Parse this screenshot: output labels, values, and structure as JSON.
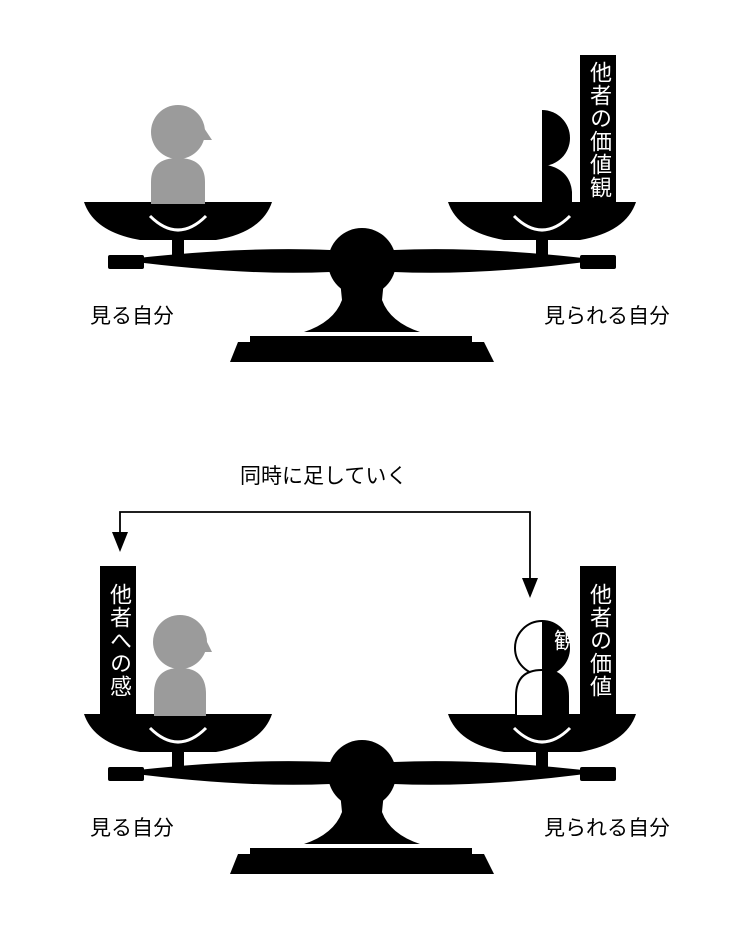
{
  "colors": {
    "ink": "#000000",
    "figure": "#9b9b9b",
    "paper": "#ffffff"
  },
  "top_scale": {
    "left_label": "見る自分",
    "right_label": "見られる自分",
    "right_pan_tag": "他者の価値観"
  },
  "bottom_scale": {
    "left_label": "見る自分",
    "right_label": "見られる自分",
    "left_pan_tag": "他者への感謝",
    "right_pan_tag": "他者の価値観"
  },
  "connector": {
    "label": "同時に足していく"
  }
}
